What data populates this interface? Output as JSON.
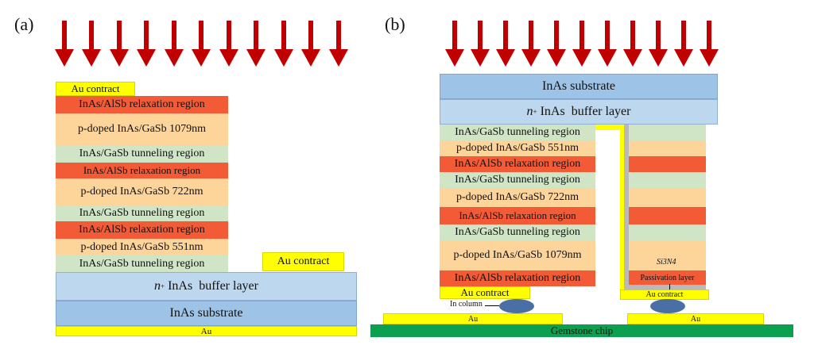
{
  "panel_a": {
    "label": "(a)",
    "au_top": "Au contract",
    "au_side": "Au contract",
    "layers": [
      "InAs/AlSb  relaxation region",
      "p-doped InAs/GaSb  1079nm",
      "InAs/GaSb tunneling region",
      "InAs/AlSb  relaxation region",
      "p-doped InAs/GaSb  722nm",
      "InAs/GaSb tunneling region",
      "InAs/AlSb  relaxation region",
      "p-doped InAs/GaSb  551nm",
      "InAs/GaSb tunneling region"
    ],
    "buffer_n": "n",
    "buffer_sup": "+",
    "buffer_rest": " InAs  buffer layer",
    "substrate": "InAs substrate",
    "au_bottom": "Au"
  },
  "panel_b": {
    "label": "(b)",
    "substrate": "InAs substrate",
    "buffer_n": "n",
    "buffer_sup": "+",
    "buffer_rest": " InAs  buffer layer",
    "layers": [
      "InAs/GaSb tunneling region",
      "p-doped InAs/GaSb  551nm",
      "InAs/AlSb  relaxation region",
      "InAs/GaSb tunneling region",
      "p-doped InAs/GaSb  722nm",
      "InAs/AlSb  relaxation region",
      "InAs/GaSb tunneling region",
      "p-doped InAs/GaSb  1079nm",
      "InAs/AlSb  relaxation region"
    ],
    "au_contract_left": "Au contract",
    "in_column": "In column",
    "si3n4": "Si3N4",
    "passivation": "Passivation layer",
    "au_contract_right": "Au contract",
    "au_pad_left": "Au",
    "au_pad_right": "Au",
    "chip": "Gemstone chip"
  },
  "colors": {
    "arrow": "#c00000",
    "relaxation": "#f35b37",
    "p_doped": "#fdd49a",
    "tunneling": "#cfe5c6",
    "buffer": "#bcd7ee",
    "substrate": "#9dc3e6",
    "gold": "#ffff00",
    "chip": "#0aa050"
  }
}
